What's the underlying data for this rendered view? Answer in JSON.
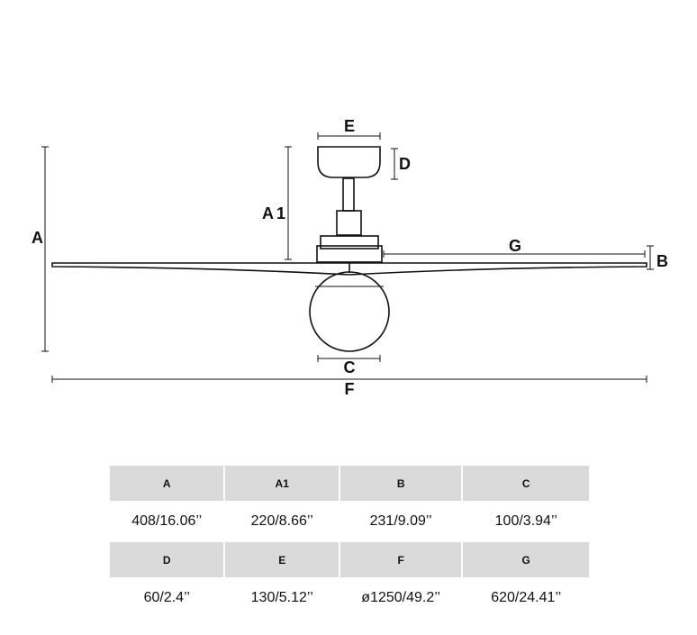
{
  "labels": {
    "A": "A",
    "A1": "A1",
    "B": "B",
    "C": "C",
    "D": "D",
    "E": "E",
    "F": "F",
    "G": "G"
  },
  "table": {
    "rows": [
      {
        "headers": [
          "A",
          "A1",
          "B",
          "C"
        ],
        "values": [
          "408/16.06’’",
          "220/8.66’’",
          "231/9.09’’",
          "100/3.94’’"
        ]
      },
      {
        "headers": [
          "D",
          "E",
          "F",
          "G"
        ],
        "values": [
          "60/2.4’’",
          "130/5.12’’",
          "ø1250/49.2’’",
          "620/24.41’’"
        ]
      }
    ]
  }
}
